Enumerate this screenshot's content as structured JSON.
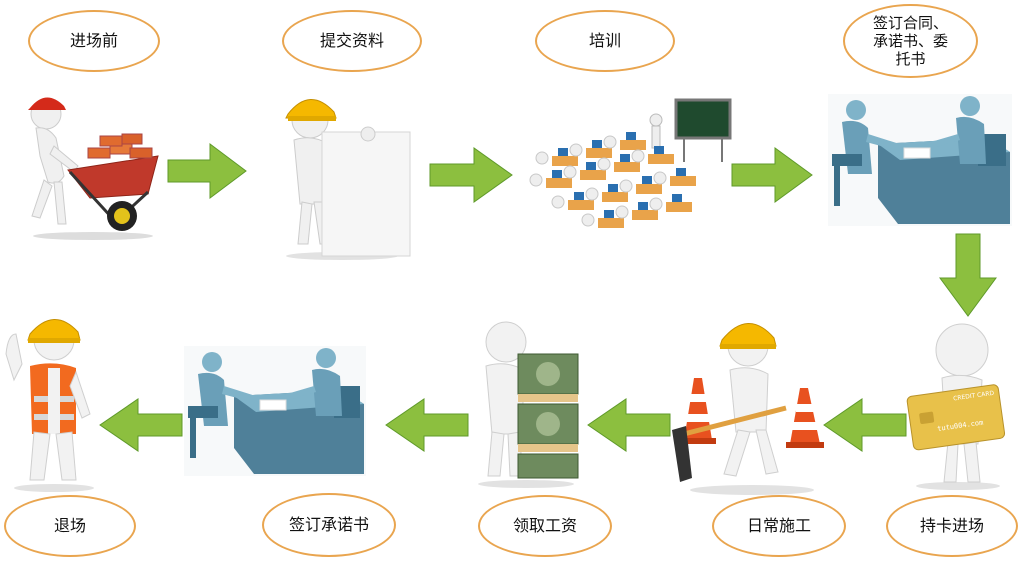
{
  "colors": {
    "oval_border": "#e9a54f",
    "arrow_green": "#8cbf3f",
    "figure_white": "#f2f2f2",
    "hardhat_yellow": "#f5b800",
    "desk_blue": "#5a8fa8"
  },
  "steps_row1": [
    {
      "label": "进场前",
      "icon": "worker-wheelbarrow"
    },
    {
      "label": "提交资料",
      "icon": "worker-blank-sheet"
    },
    {
      "label": "培训",
      "icon": "training-classroom"
    },
    {
      "label": "签订合同、承诺书、委托书",
      "icon": "contract-signing"
    }
  ],
  "steps_row2": [
    {
      "label": "持卡进场",
      "icon": "figure-credit-card"
    },
    {
      "label": "日常施工",
      "icon": "worker-shovel-cones"
    },
    {
      "label": "领取工资",
      "icon": "figure-money-stack"
    },
    {
      "label": "签订承诺书",
      "icon": "contract-signing"
    },
    {
      "label": "退场",
      "icon": "worker-waving"
    }
  ],
  "card_text": {
    "brand": "CREDIT CARD",
    "number": "tutu004.com"
  }
}
